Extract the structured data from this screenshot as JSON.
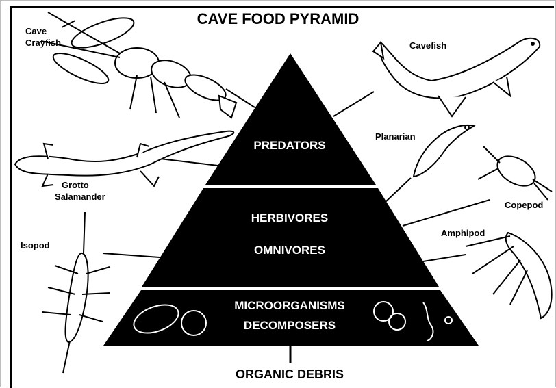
{
  "title": "CAVE FOOD PYRAMID",
  "tiers": {
    "top": "PREDATORS",
    "middle_1": "HERBIVORES",
    "middle_2": "OMNIVORES",
    "base_1": "MICROORGANISMS",
    "base_2": "DECOMPOSERS"
  },
  "bottom_label": "ORGANIC DEBRIS",
  "animals": {
    "crayfish_1": "Cave",
    "crayfish_2": "Crayfish",
    "cavefish": "Cavefish",
    "salamander_1": "Grotto",
    "salamander_2": "Salamander",
    "planarian": "Planarian",
    "copepod": "Copepod",
    "amphipod": "Amphipod",
    "isopod": "Isopod"
  },
  "colors": {
    "pyramid": "#000000",
    "text_on_pyramid": "#ffffff",
    "ink": "#000000"
  }
}
